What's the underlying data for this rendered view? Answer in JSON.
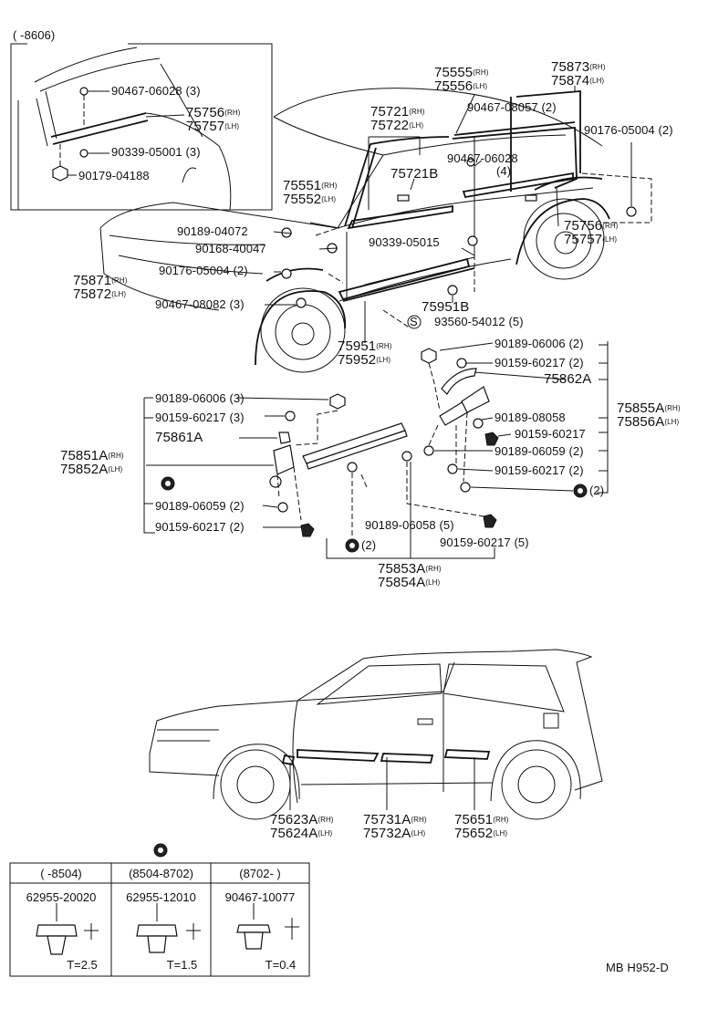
{
  "inset": {
    "period": "(      -8606)",
    "parts": [
      {
        "no": "90467-06028",
        "qty": "(3)"
      },
      {
        "no": "75756",
        "side": "(RH)"
      },
      {
        "no": "75757",
        "side": "(LH)"
      },
      {
        "no": "90339-05001",
        "qty": "(3)"
      },
      {
        "no": "90179-04188",
        "qty": ""
      }
    ]
  },
  "upper": {
    "p75555": {
      "no": "75555",
      "side": "(RH)"
    },
    "p75556": {
      "no": "75556",
      "side": "(LH)"
    },
    "p75873": {
      "no": "75873",
      "side": "(RH)"
    },
    "p75874": {
      "no": "75874",
      "side": "(LH)"
    },
    "p75721": {
      "no": "75721",
      "side": "(RH)"
    },
    "p75722": {
      "no": "75722",
      "side": "(LH)"
    },
    "p90467_08057": {
      "no": "90467-08057",
      "qty": "(2)"
    },
    "p90176_05004r": {
      "no": "90176-05004",
      "qty": "(2)"
    },
    "p90467_06028": {
      "no": "90467-06028",
      "qty": "(4)"
    },
    "p75721B": {
      "no": "75721B"
    },
    "p75551": {
      "no": "75551",
      "side": "(RH)"
    },
    "p75552": {
      "no": "75552",
      "side": "(LH)"
    },
    "p90189_04072": {
      "no": "90189-04072"
    },
    "p90168_40047": {
      "no": "90168-40047"
    },
    "p90339_05015": {
      "no": "90339-05015"
    },
    "p75756": {
      "no": "75756",
      "side": "(RH)"
    },
    "p75757": {
      "no": "75757",
      "side": "(LH)"
    },
    "p90176_05004l": {
      "no": "90176-05004",
      "qty": "(2)"
    },
    "p75871": {
      "no": "75871",
      "side": "(RH)"
    },
    "p75872": {
      "no": "75872",
      "side": "(LH)"
    },
    "p90467_08082": {
      "no": "90467-08082",
      "qty": "(3)"
    },
    "p75951B": {
      "no": "75951B"
    },
    "p93560": {
      "no": "93560-54012",
      "qty": "(5)",
      "mark": "S"
    },
    "p75951": {
      "no": "75951",
      "side": "(RH)"
    },
    "p75952": {
      "no": "75952",
      "side": "(LH)"
    }
  },
  "middle": {
    "r90189_06006": {
      "no": "90189-06006",
      "qty": "(2)"
    },
    "r90159_60217a": {
      "no": "90159-60217",
      "qty": "(2)"
    },
    "r75862A": {
      "no": "75862A"
    },
    "r90189_08058": {
      "no": "90189-08058"
    },
    "r75855A": {
      "no": "75855A",
      "side": "(RH)"
    },
    "r75856A": {
      "no": "75856A",
      "side": "(LH)"
    },
    "r90159_60217b": {
      "no": "90159-60217"
    },
    "r90189_06059": {
      "no": "90189-06059",
      "qty": "(2)"
    },
    "r90159_60217c": {
      "no": "90159-60217",
      "qty": "(2)"
    },
    "r_clip": {
      "qty": "(2)"
    },
    "l90189_06006": {
      "no": "90189-06006",
      "qty": "(3)"
    },
    "l90159_60217a": {
      "no": "90159-60217",
      "qty": "(3)"
    },
    "l75861A": {
      "no": "75861A"
    },
    "l75851A": {
      "no": "75851A",
      "side": "(RH)"
    },
    "l75852A": {
      "no": "75852A",
      "side": "(LH)"
    },
    "l90189_06059": {
      "no": "90189-06059",
      "qty": "(2)"
    },
    "l90159_60217b": {
      "no": "90159-60217",
      "qty": "(2)"
    },
    "c90189_06058": {
      "no": "90189-06058",
      "qty": "(5)"
    },
    "c90159_60217": {
      "no": "90159-60217",
      "qty": "(5)"
    },
    "c_clip": {
      "qty": "(2)"
    },
    "c75853A": {
      "no": "75853A",
      "side": "(RH)"
    },
    "c75854A": {
      "no": "75854A",
      "side": "(LH)"
    }
  },
  "lower": {
    "p75623A": {
      "no": "75623A",
      "side": "(RH)"
    },
    "p75624A": {
      "no": "75624A",
      "side": "(LH)"
    },
    "p75731A": {
      "no": "75731A",
      "side": "(RH)"
    },
    "p75732A": {
      "no": "75732A",
      "side": "(LH)"
    },
    "p75651": {
      "no": "75651",
      "side": "(RH)"
    },
    "p75652": {
      "no": "75652",
      "side": "(LH)"
    }
  },
  "clip_table": {
    "headers": [
      "(      -8504)",
      "(8504-8702)",
      "(8702-          )"
    ],
    "parts": [
      "62955-20020",
      "62955-12010",
      "90467-10077"
    ],
    "thickness": [
      "T=2.5",
      "T=1.5",
      "T=0.4"
    ]
  },
  "footer": {
    "code": "MB H952-D"
  }
}
